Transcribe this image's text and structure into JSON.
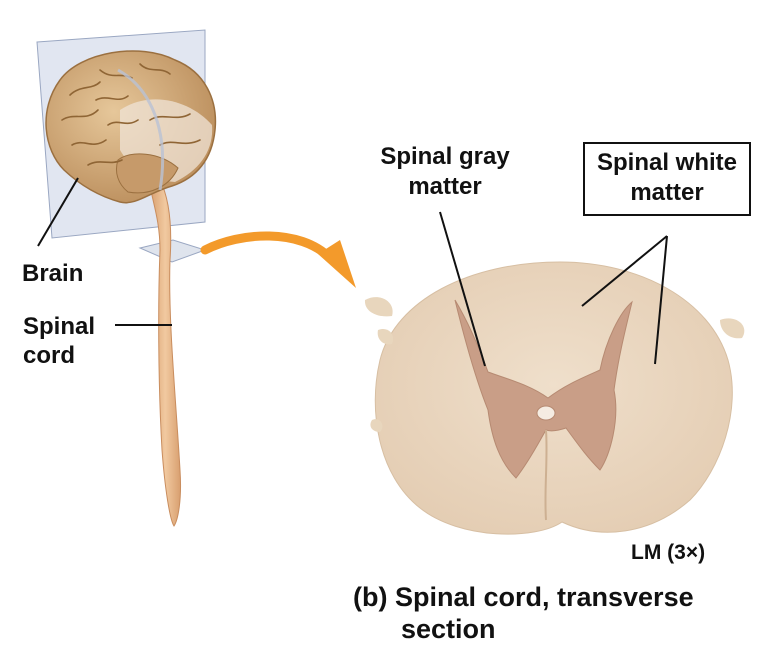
{
  "labels": {
    "brain": "Brain",
    "spinal_cord_line1": "Spinal",
    "spinal_cord_line2": "cord",
    "gray_matter_line1": "Spinal gray",
    "gray_matter_line2": "matter",
    "white_matter_line1": "Spinal white",
    "white_matter_line2": "matter",
    "magnification": "LM (3×)",
    "caption_line1": "(b) Spinal cord, transverse",
    "caption_line2": "section"
  },
  "colors": {
    "brain": "#d9b98c",
    "spinal_cord": "#e8b98c",
    "arrow": "#f39a2b",
    "white_matter": "#ead7c2",
    "gray_matter": "#c99e87",
    "plane": "#c8d2e6"
  }
}
